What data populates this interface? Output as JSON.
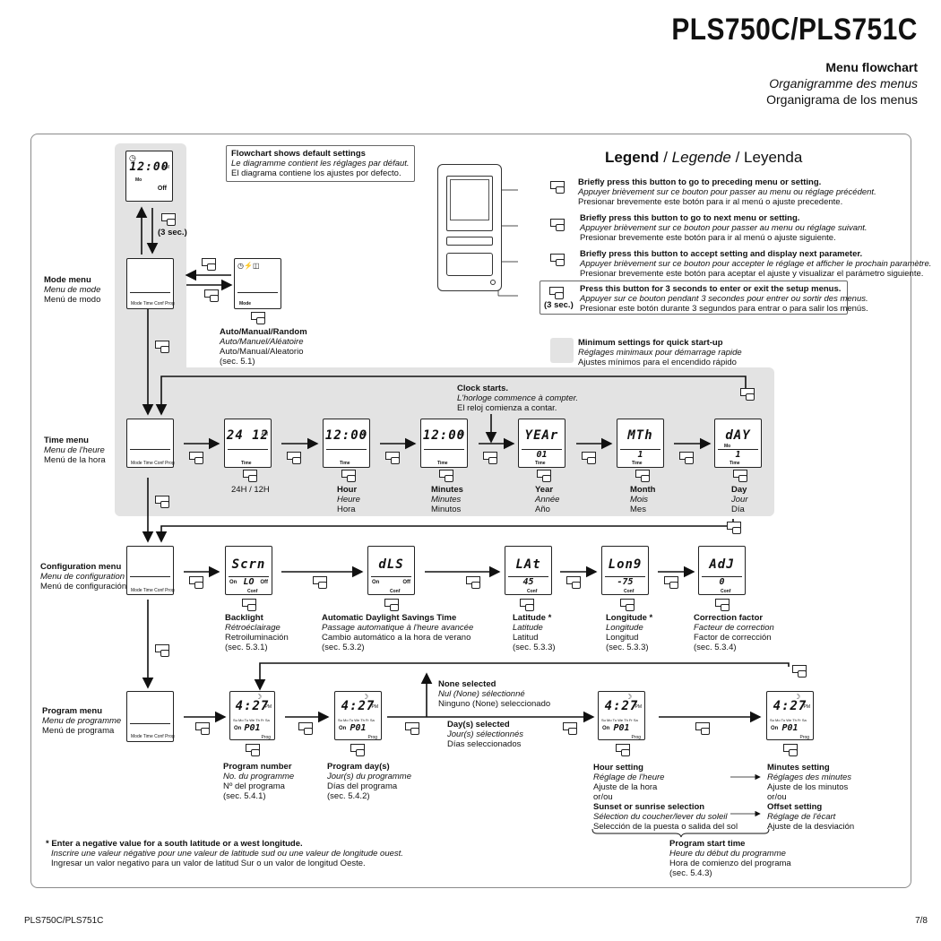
{
  "header": {
    "title": "PLS750C/PLS751C",
    "subtitle_en": "Menu flowchart",
    "subtitle_fr": "Organigramme des menus",
    "subtitle_es": "Organigrama de los menus"
  },
  "flow_note": {
    "en": "Flowchart shows default settings",
    "fr": "Le diagramme contient les réglages par défaut.",
    "es": "El diagrama contiene los ajustes por defecto."
  },
  "legend": {
    "title_en": "Legend",
    "title_fr": "Legende",
    "title_es": "Leyenda",
    "sep": "/",
    "items": [
      {
        "en": "Briefly press this button to go to preceding menu or setting.",
        "fr": "Appuyer brièvement sur ce bouton pour passer au menu ou réglage précédent.",
        "es": "Presionar brevemente este botón para ir al menú o ajuste precedente."
      },
      {
        "en": "Briefly press this button to go to next menu or setting.",
        "fr": "Appuyer brièvement sur ce bouton pour passer au menu ou réglage suivant.",
        "es": "Presionar brevemente este botón para ir al menú o ajuste siguiente."
      },
      {
        "en": "Briefly press this button to accept setting and display next parameter.",
        "fr": "Appuyer brièvement sur ce bouton pour accepter le réglage et afficher le prochain paramètre.",
        "es": "Presionar brevemente este botón para aceptar el ajuste y visualizar el parámetro siguiente."
      },
      {
        "en": "Press this button for 3 seconds to enter or exit the setup menus.",
        "fr": "Appuyer sur ce bouton pendant 3 secondes pour entrer ou sortir des menus.",
        "es": "Presionar este botón durante 3 segundos para entrar o para salir los menús."
      }
    ],
    "three_sec": "(3 sec.)",
    "min_en": "Minimum settings for quick start-up",
    "min_fr": "Réglages minimaux pour démarrage rapide",
    "min_es": "Ajustes mínimos para el encendido rápido"
  },
  "mode_menu": {
    "label_en": "Mode menu",
    "label_fr": "Menu de mode",
    "label_es": "Menú de modo",
    "three_sec": "(3 sec.)",
    "top_display": "12:00",
    "top_am": "AM",
    "top_mo": "Mo",
    "top_off": "Off",
    "menu_bar": "Mode Time Conf Prog",
    "mode_word": "Mode",
    "auto_en": "Auto/Manual/Random",
    "auto_fr": "Auto/Manuel/Aléatoire",
    "auto_es": "Auto/Manual/Aleatorio",
    "auto_sec": "(sec. 5.1)"
  },
  "time_menu": {
    "label_en": "Time menu",
    "label_fr": "Menu de l'heure",
    "label_es": "Menú de la hora",
    "clock_en": "Clock starts.",
    "clock_fr": "L'horloge commence à compter.",
    "clock_es": "El reloj comienza a contar.",
    "menu_bar": "Mode Time Conf Prog",
    "time_word": "Time",
    "d1": "24 12",
    "d1_label": "24H / 12H",
    "d2": "12:00",
    "d3": "12:00",
    "d4": "YEAr",
    "d4_val": "01",
    "d5": "MTh",
    "d5_val": "1",
    "d6": "dAY",
    "d6_val": "1",
    "d6_mo": "Mo",
    "hour_en": "Hour",
    "hour_fr": "Heure",
    "hour_es": "Hora",
    "min_en": "Minutes",
    "min_fr": "Minutes",
    "min_es": "Minutos",
    "year_en": "Year",
    "year_fr": "Année",
    "year_es": "Año",
    "month_en": "Month",
    "month_fr": "Mois",
    "month_es": "Mes",
    "day_en": "Day",
    "day_fr": "Jour",
    "day_es": "Día",
    "am": "AM"
  },
  "config_menu": {
    "label_en": "Configuration menu",
    "label_fr": "Menu de configuration",
    "label_es": "Menú de configuración",
    "menu_bar": "Mode Time Conf Prog",
    "conf_word": "Conf",
    "scrn": "Scrn",
    "scrn_on": "On",
    "scrn_lo": "LO",
    "scrn_off": "Off",
    "dls": "dLS",
    "dls_on": "On",
    "dls_off": "Off",
    "lat": "LAt",
    "lat_val": "45",
    "long": "Lon9",
    "long_val": "-75",
    "adj": "AdJ",
    "adj_val": "0",
    "backlight_en": "Backlight",
    "backlight_fr": "Rétroéclairage",
    "backlight_es": "Retroiluminación",
    "backlight_sec": "(sec. 5.3.1)",
    "dst_en": "Automatic Daylight Savings Time",
    "dst_fr": "Passage automatique à l'heure avancée",
    "dst_es": "Cambio automático a la hora de verano",
    "dst_sec": "(sec. 5.3.2)",
    "lat_en": "Latitude *",
    "lat_fr": "Latitude",
    "lat_es": "Latitud",
    "lat_sec": "(sec. 5.3.3)",
    "long_en": "Longitude *",
    "long_fr": "Longitude",
    "long_es": "Longitud",
    "long_sec": "(sec. 5.3.3)",
    "corr_en": "Correction factor",
    "corr_fr": "Facteur de correction",
    "corr_es": "Factor de corrección",
    "corr_sec": "(sec. 5.3.4)"
  },
  "program_menu": {
    "label_en": "Program menu",
    "label_fr": "Menu de programme",
    "label_es": "Menú de programa",
    "menu_bar": "Mode Time Conf Prog",
    "time": "4:27",
    "pm": "PM",
    "days": "Su Mo Tu We Th Fr Sa",
    "on": "On",
    "p01": "P01",
    "prog": "Prog",
    "pn_en": "Program number",
    "pn_fr": "No. du programme",
    "pn_es": "Nº del programa",
    "pn_sec": "(sec. 5.4.1)",
    "pd_en": "Program day(s)",
    "pd_fr": "Jour(s) du programme",
    "pd_es": "Días del programa",
    "pd_sec": "(sec. 5.4.2)",
    "none_en": "None selected",
    "none_fr": "Nul (None) sélectionné",
    "none_es": "Ninguno (None) seleccionado",
    "days_en": "Day(s) selected",
    "days_fr": "Jour(s) sélectionnés",
    "days_es": "Días seleccionados",
    "hs_en": "Hour setting",
    "hs_fr": "Réglage de l'heure",
    "hs_es": "Ajuste de la hora",
    "or1": "or/ou",
    "ss_en": "Sunset or sunrise selection",
    "ss_fr": "Sélection du coucher/lever du soleil",
    "ss_es": "Selección de la puesta o salida del sol",
    "ms_en": "Minutes setting",
    "ms_fr": "Réglages des minutes",
    "ms_es": "Ajuste de los minutos",
    "or2": "or/ou",
    "os_en": "Offset setting",
    "os_fr": "Réglage de l'écart",
    "os_es": "Ajuste de la desviación",
    "pst_en": "Program start time",
    "pst_fr": "Heure du début du programme",
    "pst_es": "Hora de comienzo del programa",
    "pst_sec": "(sec. 5.4.3)"
  },
  "footnote": {
    "en": "* Enter a negative value for a south latitude or a west longitude.",
    "fr": "Inscrire une valeur négative pour une valeur de latitude sud ou une valeur de longitude ouest.",
    "es": "Ingresar un valor negativo para un valor de latitud Sur o un valor de longitud Oeste."
  },
  "footer": {
    "left": "PLS750C/PLS751C",
    "right": "7/8"
  }
}
